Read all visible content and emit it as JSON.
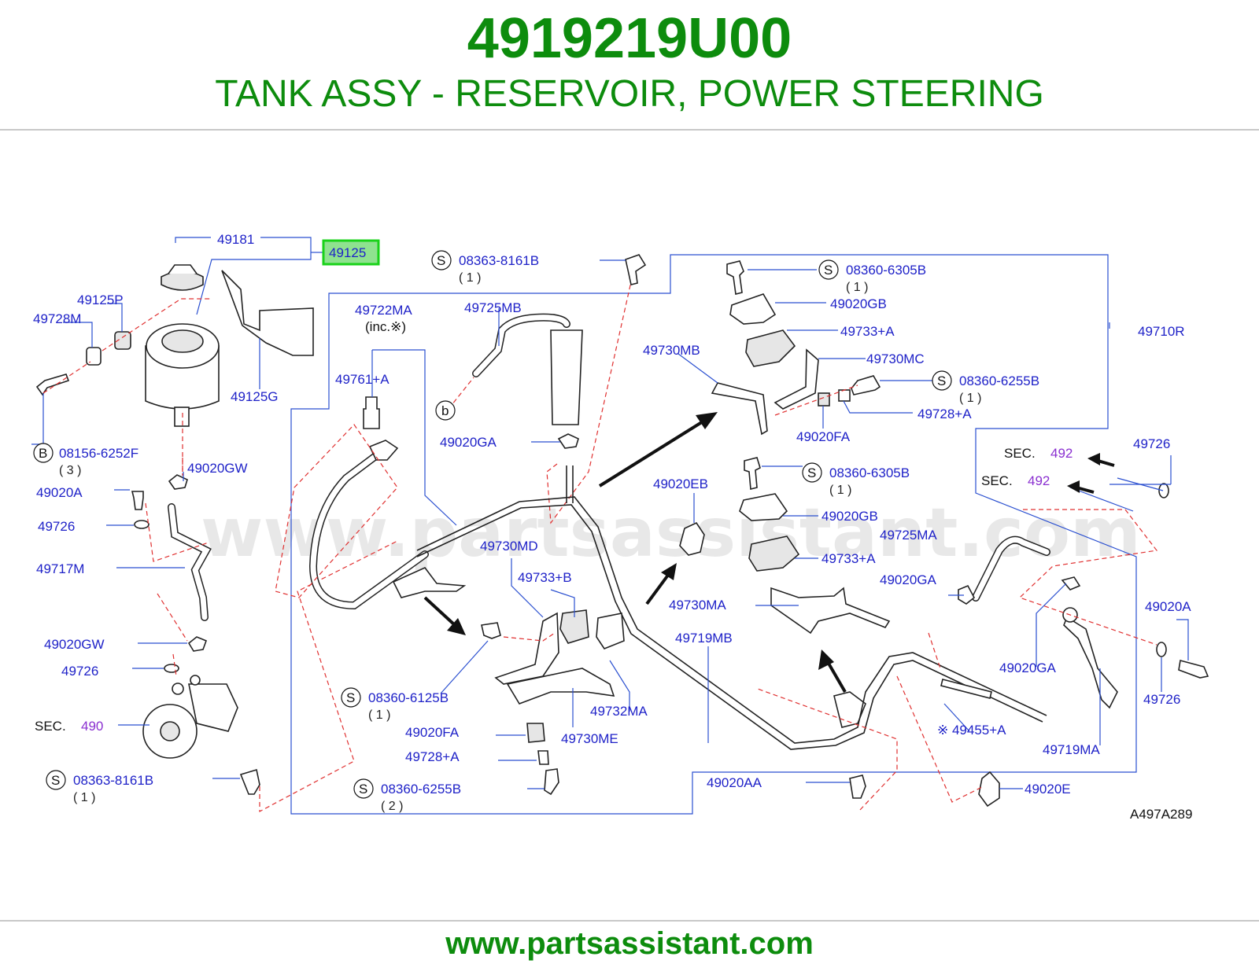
{
  "header": {
    "part_number": "4919219U00",
    "description": "TANK ASSY - RESERVOIR, POWER STEERING"
  },
  "footer": {
    "url": "www.partsassistant.com"
  },
  "watermark": "www.partsassistant.com",
  "diagram_code": "A497A289",
  "highlight": {
    "label": "49125",
    "color": "#19d219"
  },
  "labels": {
    "p49181": "49181",
    "p49125P": "49125P",
    "p49728M": "49728M",
    "p49125G": "49125G",
    "p08156": "08156-6252F",
    "q08156": "( 3 )",
    "p49020GW_1": "49020GW",
    "p49020A_1": "49020A",
    "p49726_1": "49726",
    "p49717M": "49717M",
    "p49020GW_2": "49020GW",
    "p49726_2": "49726",
    "sec_490_text": "SEC.",
    "sec_490_num": "490",
    "p08363_b": "08363-8161B",
    "q08363_b": "( 1 )",
    "p08363_t": "08363-8161B",
    "q08363_t": "( 1 )",
    "p49722MA": "49722MA",
    "inc_note": "(inc.※)",
    "p49725MB": "49725MB",
    "p49761A": "49761+A",
    "p49020GA_1": "49020GA",
    "p49730MB": "49730MB",
    "p08360_6305B_t": "08360-6305B",
    "q08360_6305B_t": "( 1 )",
    "p49020GB_1": "49020GB",
    "p49733A_1": "49733+A",
    "p49730MC": "49730MC",
    "p08360_6255B_t": "08360-6255B",
    "q08360_6255B_t": "( 1 )",
    "p49728A_1": "49728+A",
    "p49020FA_1": "49020FA",
    "p49710R": "49710R",
    "p49726_3": "49726",
    "sec_492_a_text": "SEC.",
    "sec_492_a_num": "492",
    "sec_492_b_text": "SEC.",
    "sec_492_b_num": "492",
    "p49020EB": "49020EB",
    "p08360_6305B_m": "08360-6305B",
    "q08360_6305B_m": "( 1 )",
    "p49020GB_2": "49020GB",
    "p49725MA": "49725MA",
    "p49733A_2": "49733+A",
    "p49020GA_2": "49020GA",
    "p49730MD": "49730MD",
    "p49733B": "49733+B",
    "p49730MA": "49730MA",
    "p49719MB": "49719MB",
    "p49020A_2": "49020A",
    "p08360_6125B": "08360-6125B",
    "q08360_6125B": "( 1 )",
    "p49732MA": "49732MA",
    "p49020GA_3": "49020GA",
    "p49726_4": "49726",
    "p49020FA_2": "49020FA",
    "p49730ME": "49730ME",
    "p49455A": "※ 49455+A",
    "p49728A_2": "49728+A",
    "p49719MA": "49719MA",
    "p08360_6255B_b": "08360-6255B",
    "q08360_6255B_b": "( 2 )",
    "p49020AA": "49020AA",
    "p49020E": "49020E",
    "s": "S",
    "b_letter": "B",
    "b_small": "b"
  }
}
